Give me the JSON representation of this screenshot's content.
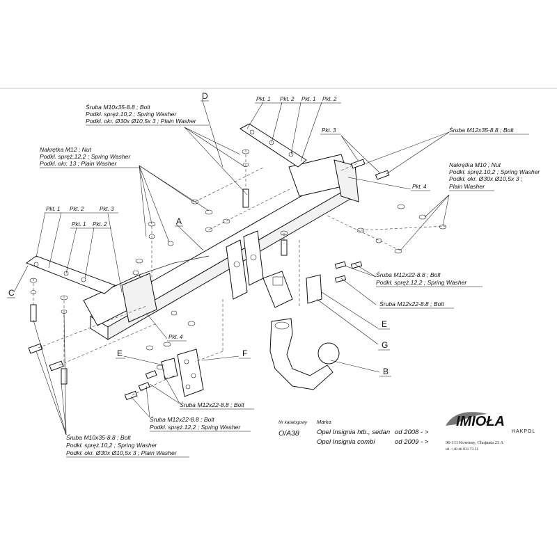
{
  "labels": {
    "bolt_top_left": [
      "Śruba M10x35-8.8 ;  Bolt",
      "Podkł. spręż.10,2 ; Spring Washer",
      "Podkł. okr.  Ø30x Ø10,5x 3 ; Plain Washer"
    ],
    "nut_left": [
      "Nakrętka  M12 ; Nut",
      "Podkł. spręż.12,2 ; Spring Washer",
      "Podkł. okr. 13 ; Plain Washer"
    ],
    "bolt_top_right": [
      "Śruba M12x35-8.8 ;  Bolt"
    ],
    "nut_right": [
      "Nakrętka  M10 ; Nut",
      "Podkł. spręż.10,2 ; Spring Washer",
      "Podkł. okr.  Ø30x Ø10,5x 3 ;",
      "Plain Washer"
    ],
    "bolt_mid_right": [
      "Śruba M12x22-8.8 ;  Bolt",
      "Podkł. spręż.12,2 ; Spring Washer"
    ],
    "bolt_mid_right_2": [
      "Śruba M12x22-8.8 ;  Bolt"
    ],
    "bolt_center_1": [
      "Śruba M12x22-8.8 ;  Bolt"
    ],
    "bolt_center_2": [
      "Śruba M12x22-8.8 ;  Bolt",
      "Podkł. spręż.12,2 ; Spring Washer"
    ],
    "bolt_bottom_left": [
      "Śruba M10x35-8.8 ;  Bolt",
      "Podkł. spręż.10,2 ; Spring Washer",
      "Podkł. okr.  Ø30x Ø10,5x 3 ; Plain Washer"
    ]
  },
  "pkt": {
    "p1": "Pkt. 1",
    "p2": "Pkt. 2",
    "p3": "Pkt. 3",
    "p4": "Pkt. 4"
  },
  "letters": {
    "A": "A",
    "B": "B",
    "C": "C",
    "D": "D",
    "E": "E",
    "F": "F",
    "G": "G"
  },
  "catalog": {
    "number_label": "Nr katalogowy",
    "brand_label": "Marka",
    "number": "O/A38",
    "rows": [
      {
        "model": "Opel Insignia htb., sedan",
        "from": "od 2008 - >"
      },
      {
        "model": "Opel Insignia combi",
        "from": "od 2009 - >"
      }
    ]
  },
  "logo": {
    "name": "IMIOŁA",
    "sub": "HAKPOL",
    "address": "96-111 Kowiesy, Chojnata 23 A",
    "phone": "tel. +48 46 831 73 31",
    "color": "#cc1f1f"
  }
}
